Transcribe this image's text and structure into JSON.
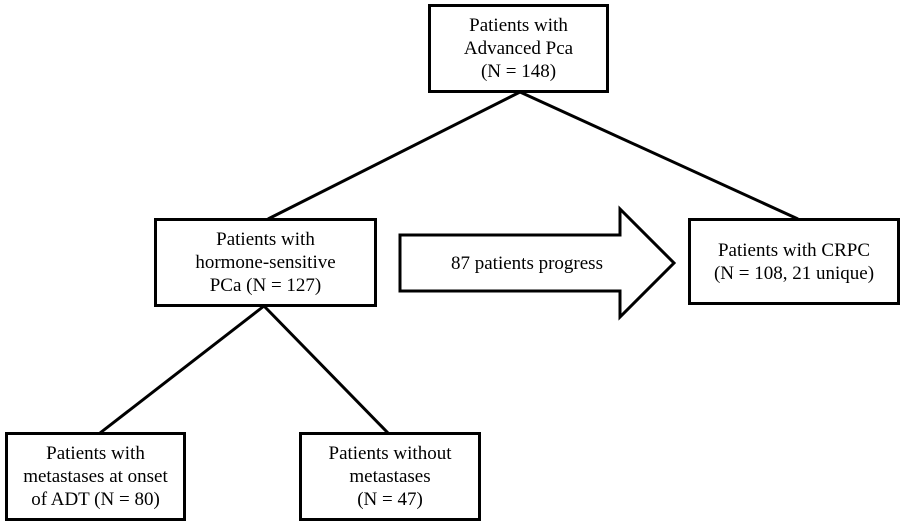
{
  "flowchart": {
    "root": {
      "lines": [
        "Patients with",
        "Advanced Pca",
        "(N = 148)"
      ]
    },
    "hormone_sensitive": {
      "lines": [
        "Patients with",
        "hormone-sensitive",
        "PCa (N = 127)"
      ]
    },
    "crpc": {
      "lines": [
        "Patients with CRPC",
        "(N = 108, 21 unique)"
      ]
    },
    "metastases": {
      "lines": [
        "Patients with",
        "metastases at onset",
        "of ADT (N = 80)"
      ]
    },
    "no_metastases": {
      "lines": [
        "Patients without",
        "metastases",
        "(N = 47)"
      ]
    },
    "progress_arrow": {
      "label": "87 patients progress"
    }
  },
  "colors": {
    "line": "#000000",
    "box_fill": "#ffffff"
  }
}
